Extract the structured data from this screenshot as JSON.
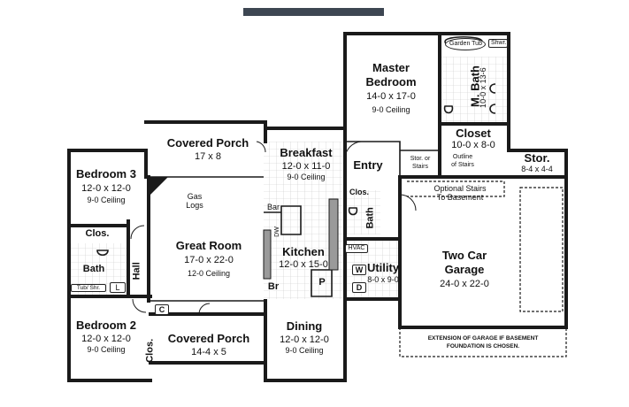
{
  "rooms": {
    "master_bedroom": {
      "name_1": "Master",
      "name_2": "Bedroom",
      "dims": "14-0 x 17-0",
      "ceiling": "9-0 Ceiling"
    },
    "m_bath": {
      "name": "M. Bath",
      "dims": "10-0 x 13-6"
    },
    "garden_tub": "Garden Tub",
    "shower": "Shwr.",
    "closet_master": {
      "name": "Closet",
      "dims": "10-0 x 8-0"
    },
    "covered_porch_rear": {
      "name": "Covered Porch",
      "dims": "17 x 8"
    },
    "breakfast": {
      "name": "Breakfast",
      "dims": "12-0 x 11-0",
      "ceiling": "9-0 Ceiling"
    },
    "entry": "Entry",
    "stor_or_stairs": {
      "line_1": "Stor. or",
      "line_2": "Stairs"
    },
    "outline_of_stairs": {
      "line_1": "Outline",
      "line_2": "of Stairs"
    },
    "stor": {
      "name": "Stor.",
      "dims": "8-4 x 4-4"
    },
    "optional_stairs": {
      "line_1": "Optional Stairs",
      "line_2": "To Basement"
    },
    "bedroom_3": {
      "name": "Bedroom 3",
      "dims": "12-0 x 12-0",
      "ceiling": "9-0 Ceiling"
    },
    "gas_logs": {
      "line_1": "Gas",
      "line_2": "Logs"
    },
    "great_room": {
      "name": "Great Room",
      "dims": "17-0 x 22-0",
      "ceiling": "12-0 Ceiling"
    },
    "bar": "Bar",
    "dw": "DW",
    "kitchen": {
      "name": "Kitchen",
      "dims": "12-0 x 15-0"
    },
    "clos_hall": "Clos.",
    "bath_hall": "Bath",
    "hvac": "HVAC",
    "washer": "W",
    "dryer": "D",
    "utility": {
      "name": "Utility",
      "dims": "8-0 x 9-0"
    },
    "pantry": "P",
    "br": "Br",
    "two_car_garage": {
      "name_1": "Two Car",
      "name_2": "Garage",
      "dims": "24-0 x 22-0"
    },
    "garage_note": {
      "line_1": "EXTENSION OF GARAGE IF BASEMENT",
      "line_2": "FOUNDATION IS CHOSEN."
    },
    "clos_bed3": "Clos.",
    "bath_bed": "Bath",
    "tub_shr": "Tub/ Shr.",
    "linen": "L",
    "hall": "Hall",
    "c_closet": "C",
    "bedroom_2": {
      "name": "Bedroom 2",
      "dims": "12-0 x 12-0",
      "ceiling": "9-0 Ceiling"
    },
    "clos_bed2": "Clos.",
    "covered_porch_front": {
      "name": "Covered Porch",
      "dims": "14-4 x 5"
    },
    "dining": {
      "name": "Dining",
      "dims": "12-0 x 12-0",
      "ceiling": "9-0 Ceiling"
    }
  },
  "colors": {
    "wall": "#1a1a1a",
    "header_bar": "#3d4652",
    "counter": "#9a9a9a"
  }
}
